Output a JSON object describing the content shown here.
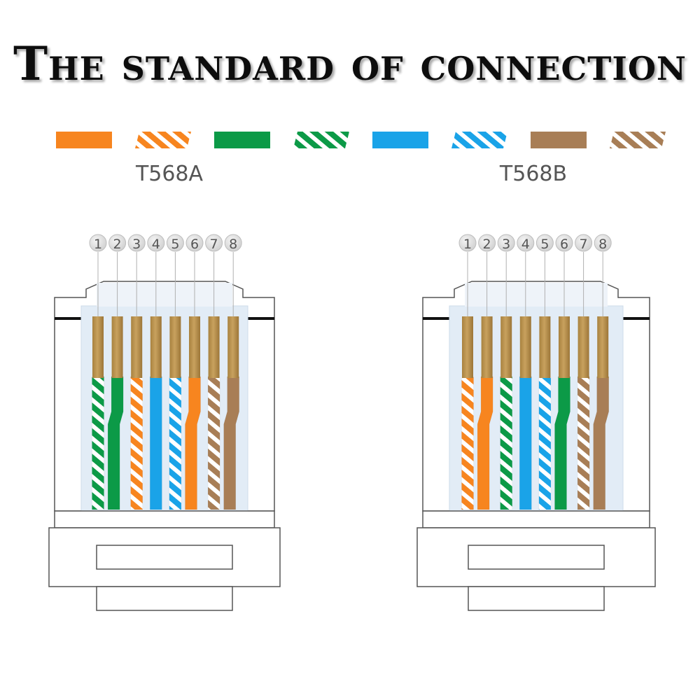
{
  "title": "The standard of connection",
  "colors": {
    "orange": "#f7851f",
    "green": "#0c9a47",
    "blue": "#1aa3e8",
    "brown": "#a87e56",
    "gold": "#c8a15e",
    "white": "#ffffff"
  },
  "legend": [
    {
      "name": "orange-solid",
      "color": "orange",
      "striped": false
    },
    {
      "name": "orange-striped",
      "color": "orange",
      "striped": true
    },
    {
      "name": "green-solid",
      "color": "green",
      "striped": false
    },
    {
      "name": "green-striped",
      "color": "green",
      "striped": true
    },
    {
      "name": "blue-solid",
      "color": "blue",
      "striped": false
    },
    {
      "name": "blue-striped",
      "color": "blue",
      "striped": true
    },
    {
      "name": "brown-solid",
      "color": "brown",
      "striped": false
    },
    {
      "name": "brown-striped",
      "color": "brown",
      "striped": true
    }
  ],
  "standards": [
    {
      "label": "T568A",
      "pins": [
        "1",
        "2",
        "3",
        "4",
        "5",
        "6",
        "7",
        "8"
      ],
      "wires": [
        {
          "color": "green",
          "striped": true
        },
        {
          "color": "green",
          "striped": false
        },
        {
          "color": "orange",
          "striped": true
        },
        {
          "color": "blue",
          "striped": false
        },
        {
          "color": "blue",
          "striped": true
        },
        {
          "color": "orange",
          "striped": false
        },
        {
          "color": "brown",
          "striped": true
        },
        {
          "color": "brown",
          "striped": false
        }
      ]
    },
    {
      "label": "T568B",
      "pins": [
        "1",
        "2",
        "3",
        "4",
        "5",
        "6",
        "7",
        "8"
      ],
      "wires": [
        {
          "color": "orange",
          "striped": true
        },
        {
          "color": "orange",
          "striped": false
        },
        {
          "color": "green",
          "striped": true
        },
        {
          "color": "blue",
          "striped": false
        },
        {
          "color": "blue",
          "striped": true
        },
        {
          "color": "green",
          "striped": false
        },
        {
          "color": "brown",
          "striped": true
        },
        {
          "color": "brown",
          "striped": false
        }
      ]
    }
  ]
}
